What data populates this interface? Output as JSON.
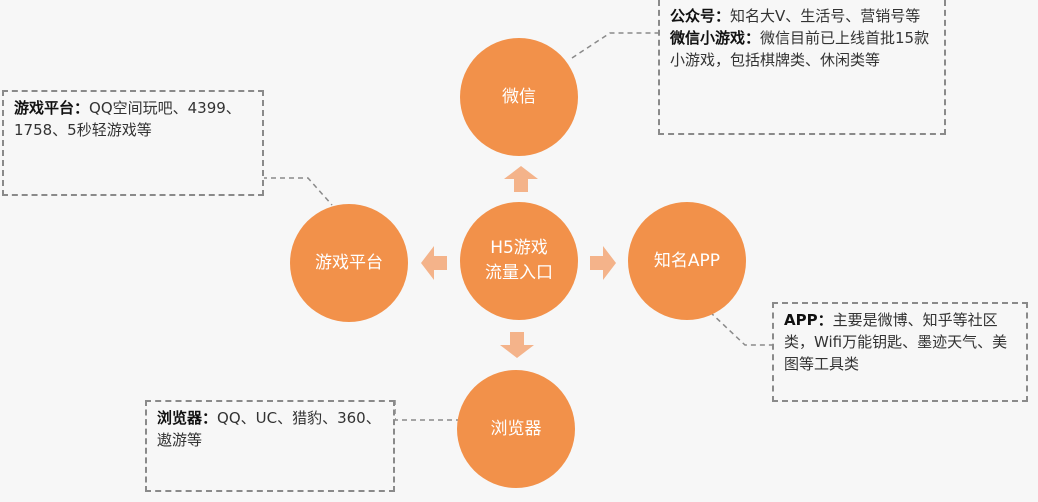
{
  "colors": {
    "node": "#f2914a",
    "arrow": "#f4b38a",
    "line": "#8a8a8a",
    "border": "#8a8a8a"
  },
  "center": {
    "line1": "H5游戏",
    "line2": "流量入口"
  },
  "nodes": {
    "wechat": "微信",
    "platform": "游戏平台",
    "app": "知名APP",
    "browser": "浏览器"
  },
  "notes": {
    "wechat": {
      "k1": "公众号：",
      "v1": "知名大V、生活号、营销号等",
      "k2": "微信小游戏：",
      "v2": "微信目前已上线首批15款小游戏，包括棋牌类、休闲类等"
    },
    "platform": {
      "k": "游戏平台：",
      "v": "QQ空间玩吧、4399、1758、5秒轻游戏等"
    },
    "app": {
      "k": "APP：",
      "v": "主要是微博、知乎等社区类，Wifi万能钥匙、墨迹天气、美图等工具类"
    },
    "browser": {
      "k": "浏览器：",
      "v": "QQ、UC、猎豹、360、遨游等"
    }
  }
}
